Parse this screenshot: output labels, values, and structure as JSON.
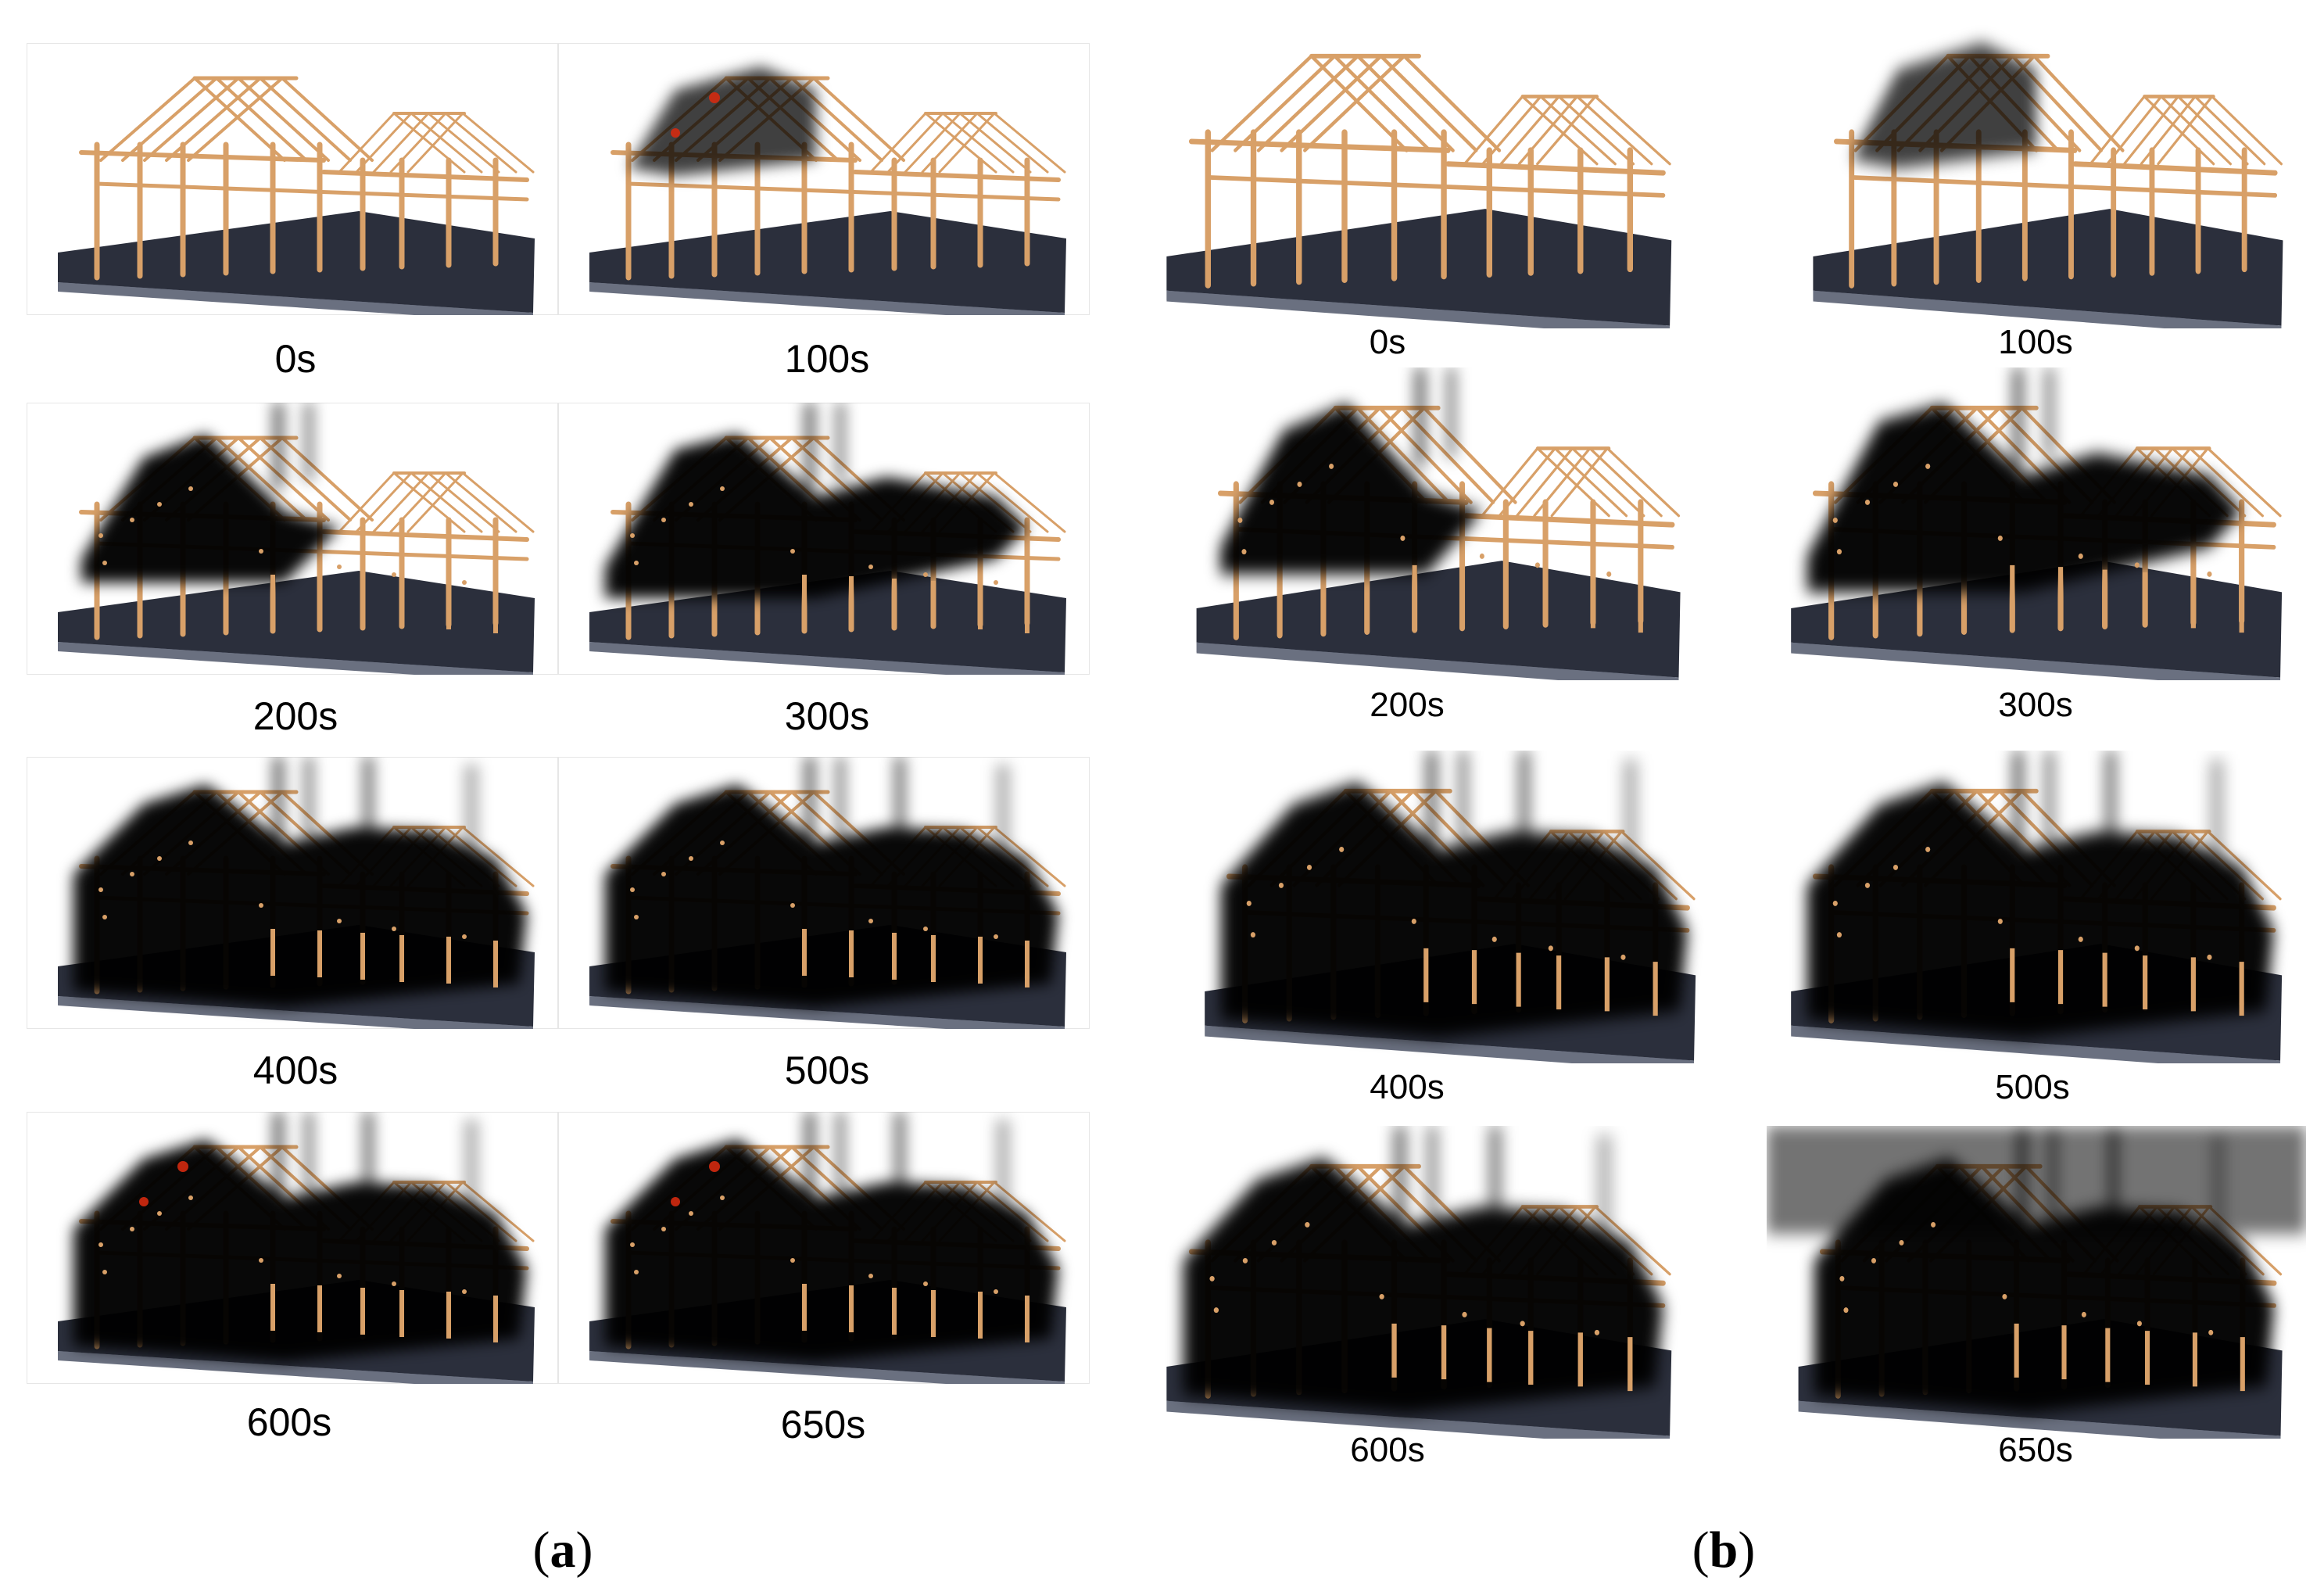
{
  "panels": [
    {
      "label_open": "(",
      "label_letter": "a",
      "label_close": ")",
      "frames": [
        {
          "time": "0s",
          "smoke": 0,
          "fire": false
        },
        {
          "time": "100s",
          "smoke": 1,
          "fire": true
        },
        {
          "time": "200s",
          "smoke": 2,
          "fire": false
        },
        {
          "time": "300s",
          "smoke": 3,
          "fire": false
        },
        {
          "time": "400s",
          "smoke": 4,
          "fire": false
        },
        {
          "time": "500s",
          "smoke": 4,
          "fire": false
        },
        {
          "time": "600s",
          "smoke": 5,
          "fire": true
        },
        {
          "time": "650s",
          "smoke": 5,
          "fire": true
        }
      ]
    },
    {
      "label_open": "(",
      "label_letter": "b",
      "label_close": ")",
      "frames": [
        {
          "time": "0s",
          "smoke": 0,
          "fire": false
        },
        {
          "time": "100s",
          "smoke": 1,
          "fire": false
        },
        {
          "time": "200s",
          "smoke": 2,
          "fire": false
        },
        {
          "time": "300s",
          "smoke": 3,
          "fire": false
        },
        {
          "time": "400s",
          "smoke": 4,
          "fire": false
        },
        {
          "time": "500s",
          "smoke": 4,
          "fire": false
        },
        {
          "time": "600s",
          "smoke": 5,
          "fire": false
        },
        {
          "time": "650s",
          "smoke": 6,
          "fire": false
        }
      ]
    }
  ],
  "colors": {
    "timber": "#d8a068",
    "timber_dark": "#9b6a3a",
    "floor_top": "#2b2f3c",
    "floor_side": "#6a7080",
    "smoke": "#000000",
    "fire": "#d42a10"
  }
}
